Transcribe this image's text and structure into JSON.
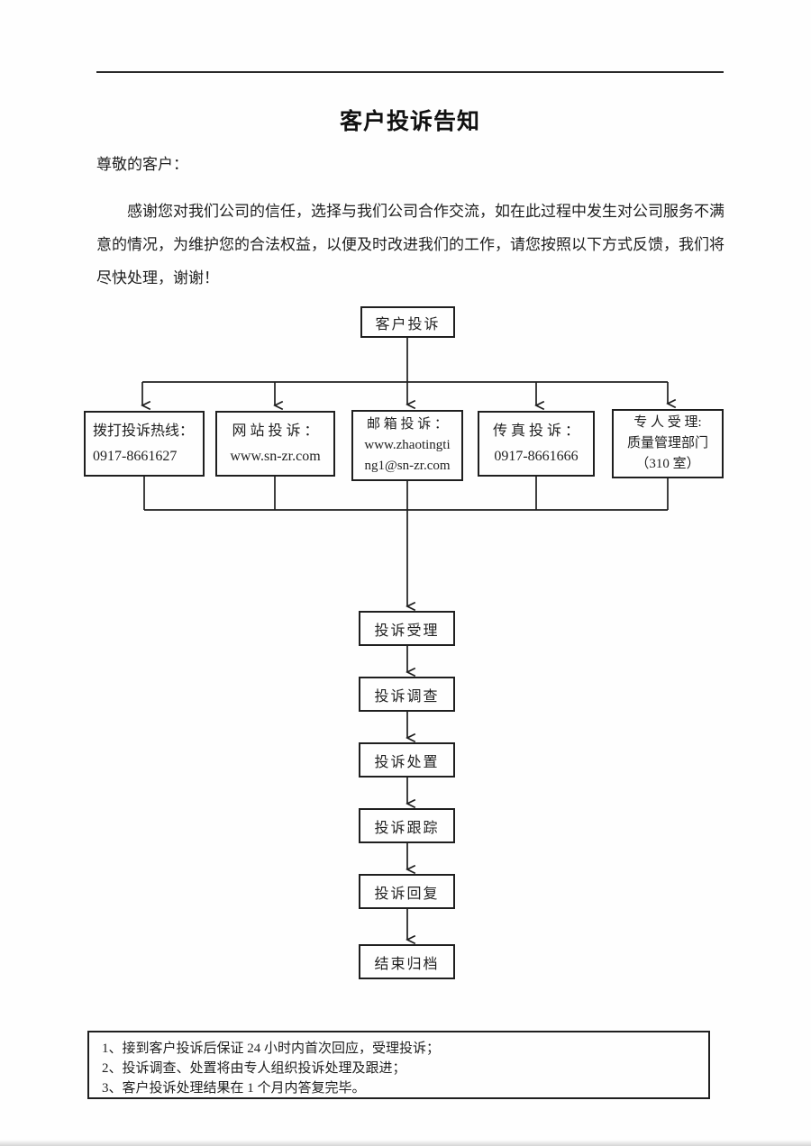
{
  "page": {
    "title": "客户投诉告知",
    "salutation": "尊敬的客户：",
    "body_paragraph": "感谢您对我们公司的信任，选择与我们公司合作交流，如在此过程中发生对公司服务不满意的情况，为维护您的合法权益，以便及时改进我们的工作，请您按照以下方式反馈，我们将尽快处理，谢谢！"
  },
  "flowchart": {
    "root": "客户投诉",
    "channels": [
      {
        "name": "hotline",
        "lines": [
          "拨打投诉热线：",
          "0917-8661627"
        ]
      },
      {
        "name": "website",
        "lines": [
          "网 站 投 诉 ：",
          "www.sn-zr.com"
        ]
      },
      {
        "name": "email",
        "lines": [
          "邮 箱 投 诉 ：",
          "www.zhaotingti",
          "ng1@sn-zr.com"
        ]
      },
      {
        "name": "fax",
        "lines": [
          "传 真 投 诉 ：",
          "0917-8661666"
        ]
      },
      {
        "name": "in-person",
        "lines": [
          "专 人 受 理:",
          "质量管理部门",
          "（310 室）"
        ]
      }
    ],
    "steps": [
      "投诉受理",
      "投诉调查",
      "投诉处置",
      "投诉跟踪",
      "投诉回复",
      "结束归档"
    ]
  },
  "notes": {
    "items": [
      "1、接到客户投诉后保证 24 小时内首次回应，受理投诉；",
      "2、投诉调查、处置将由专人组织投诉处理及跟进；",
      "3、客户投诉处理结果在 1 个月内答复完毕。"
    ]
  },
  "colors": {
    "ink": "#1f1f1f",
    "rule": "#2a2a2a",
    "page_background": "#fefefe"
  }
}
